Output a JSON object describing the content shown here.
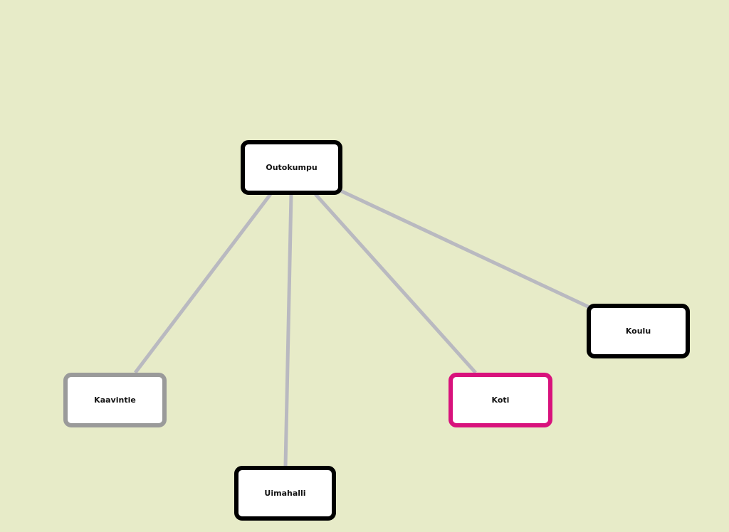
{
  "colors": {
    "background": "#e7ebc8",
    "edge": "#b9b9c0",
    "default_border": "#000000",
    "muted_border": "#9a9a9a",
    "highlight_border": "#d8127c"
  },
  "nodes": [
    {
      "id": "outokumpu",
      "label": "Outokumpu",
      "border": "#000000"
    },
    {
      "id": "koulu",
      "label": "Koulu",
      "border": "#000000"
    },
    {
      "id": "kaavintie",
      "label": "Kaavintie",
      "border": "#9a9a9a"
    },
    {
      "id": "koti",
      "label": "Koti",
      "border": "#d8127c"
    },
    {
      "id": "uimahalli",
      "label": "Uimahalli",
      "border": "#000000"
    }
  ],
  "edges": [
    {
      "from": "outokumpu",
      "to": "kaavintie"
    },
    {
      "from": "outokumpu",
      "to": "uimahalli"
    },
    {
      "from": "outokumpu",
      "to": "koti"
    },
    {
      "from": "outokumpu",
      "to": "koulu"
    }
  ]
}
